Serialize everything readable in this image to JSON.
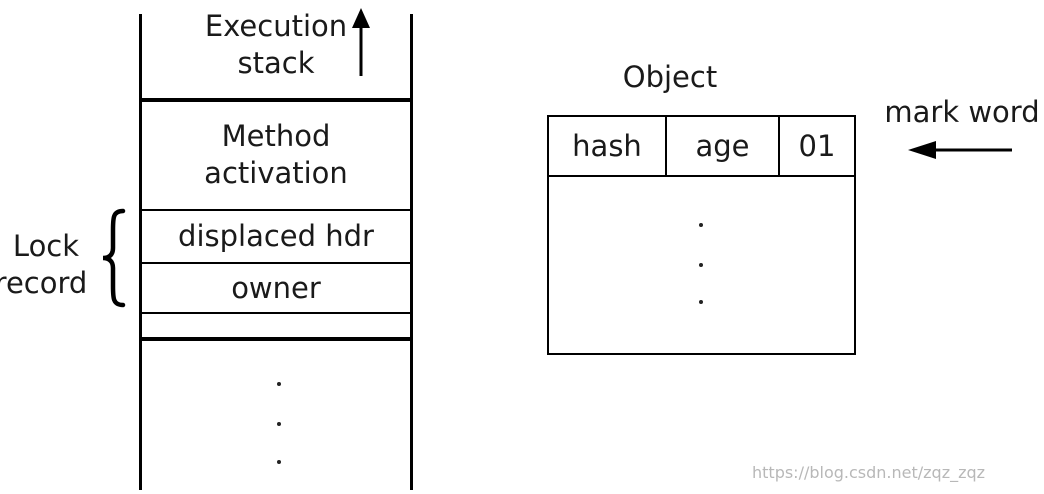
{
  "stack": {
    "header_line1": "Execution",
    "header_line2": "stack",
    "method_line1": "Method",
    "method_line2": "activation",
    "displaced": "displaced hdr",
    "owner": "owner"
  },
  "lock_record": {
    "line1": "Lock",
    "line2": "record"
  },
  "object": {
    "title": "Object",
    "cells": [
      "hash",
      "age",
      "01"
    ]
  },
  "mark_word": {
    "label": "mark word"
  },
  "watermark": "https://blog.csdn.net/zqz_zqz"
}
